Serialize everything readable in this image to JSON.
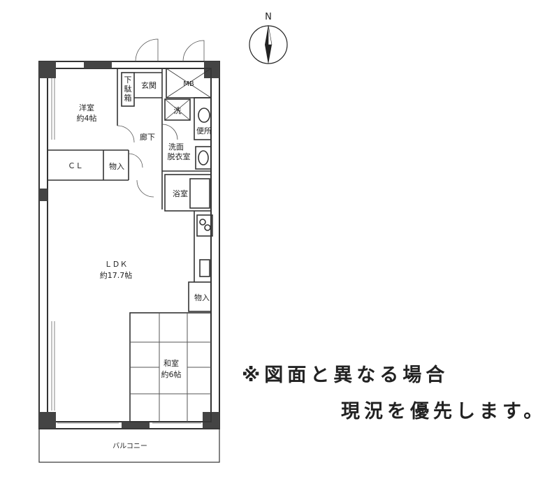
{
  "compass": {
    "north_label": "N"
  },
  "rooms": {
    "western_room": {
      "name": "洋室",
      "size": "約4帖"
    },
    "closet": {
      "label": "ＣＬ"
    },
    "storage_1": {
      "label": "物入"
    },
    "shoe_box": {
      "line1": "下",
      "line2": "駄",
      "line3": "箱"
    },
    "entrance": {
      "label": "玄関"
    },
    "mb": {
      "label": "MB"
    },
    "washer": {
      "label": "洗"
    },
    "toilet": {
      "label": "便所"
    },
    "hallway": {
      "label": "廊下"
    },
    "washroom": {
      "line1": "洗面",
      "line2": "脱衣室"
    },
    "bathroom": {
      "label": "浴室"
    },
    "ldk": {
      "name": "ＬＤＫ",
      "size": "約17.7帖"
    },
    "storage_2": {
      "label": "物入"
    },
    "japanese_room": {
      "name": "和室",
      "size": "約6帖"
    },
    "balcony": {
      "label": "バルコニー"
    }
  },
  "note": {
    "line1": "※図面と異なる場合",
    "line2": "現況を優先します。"
  }
}
